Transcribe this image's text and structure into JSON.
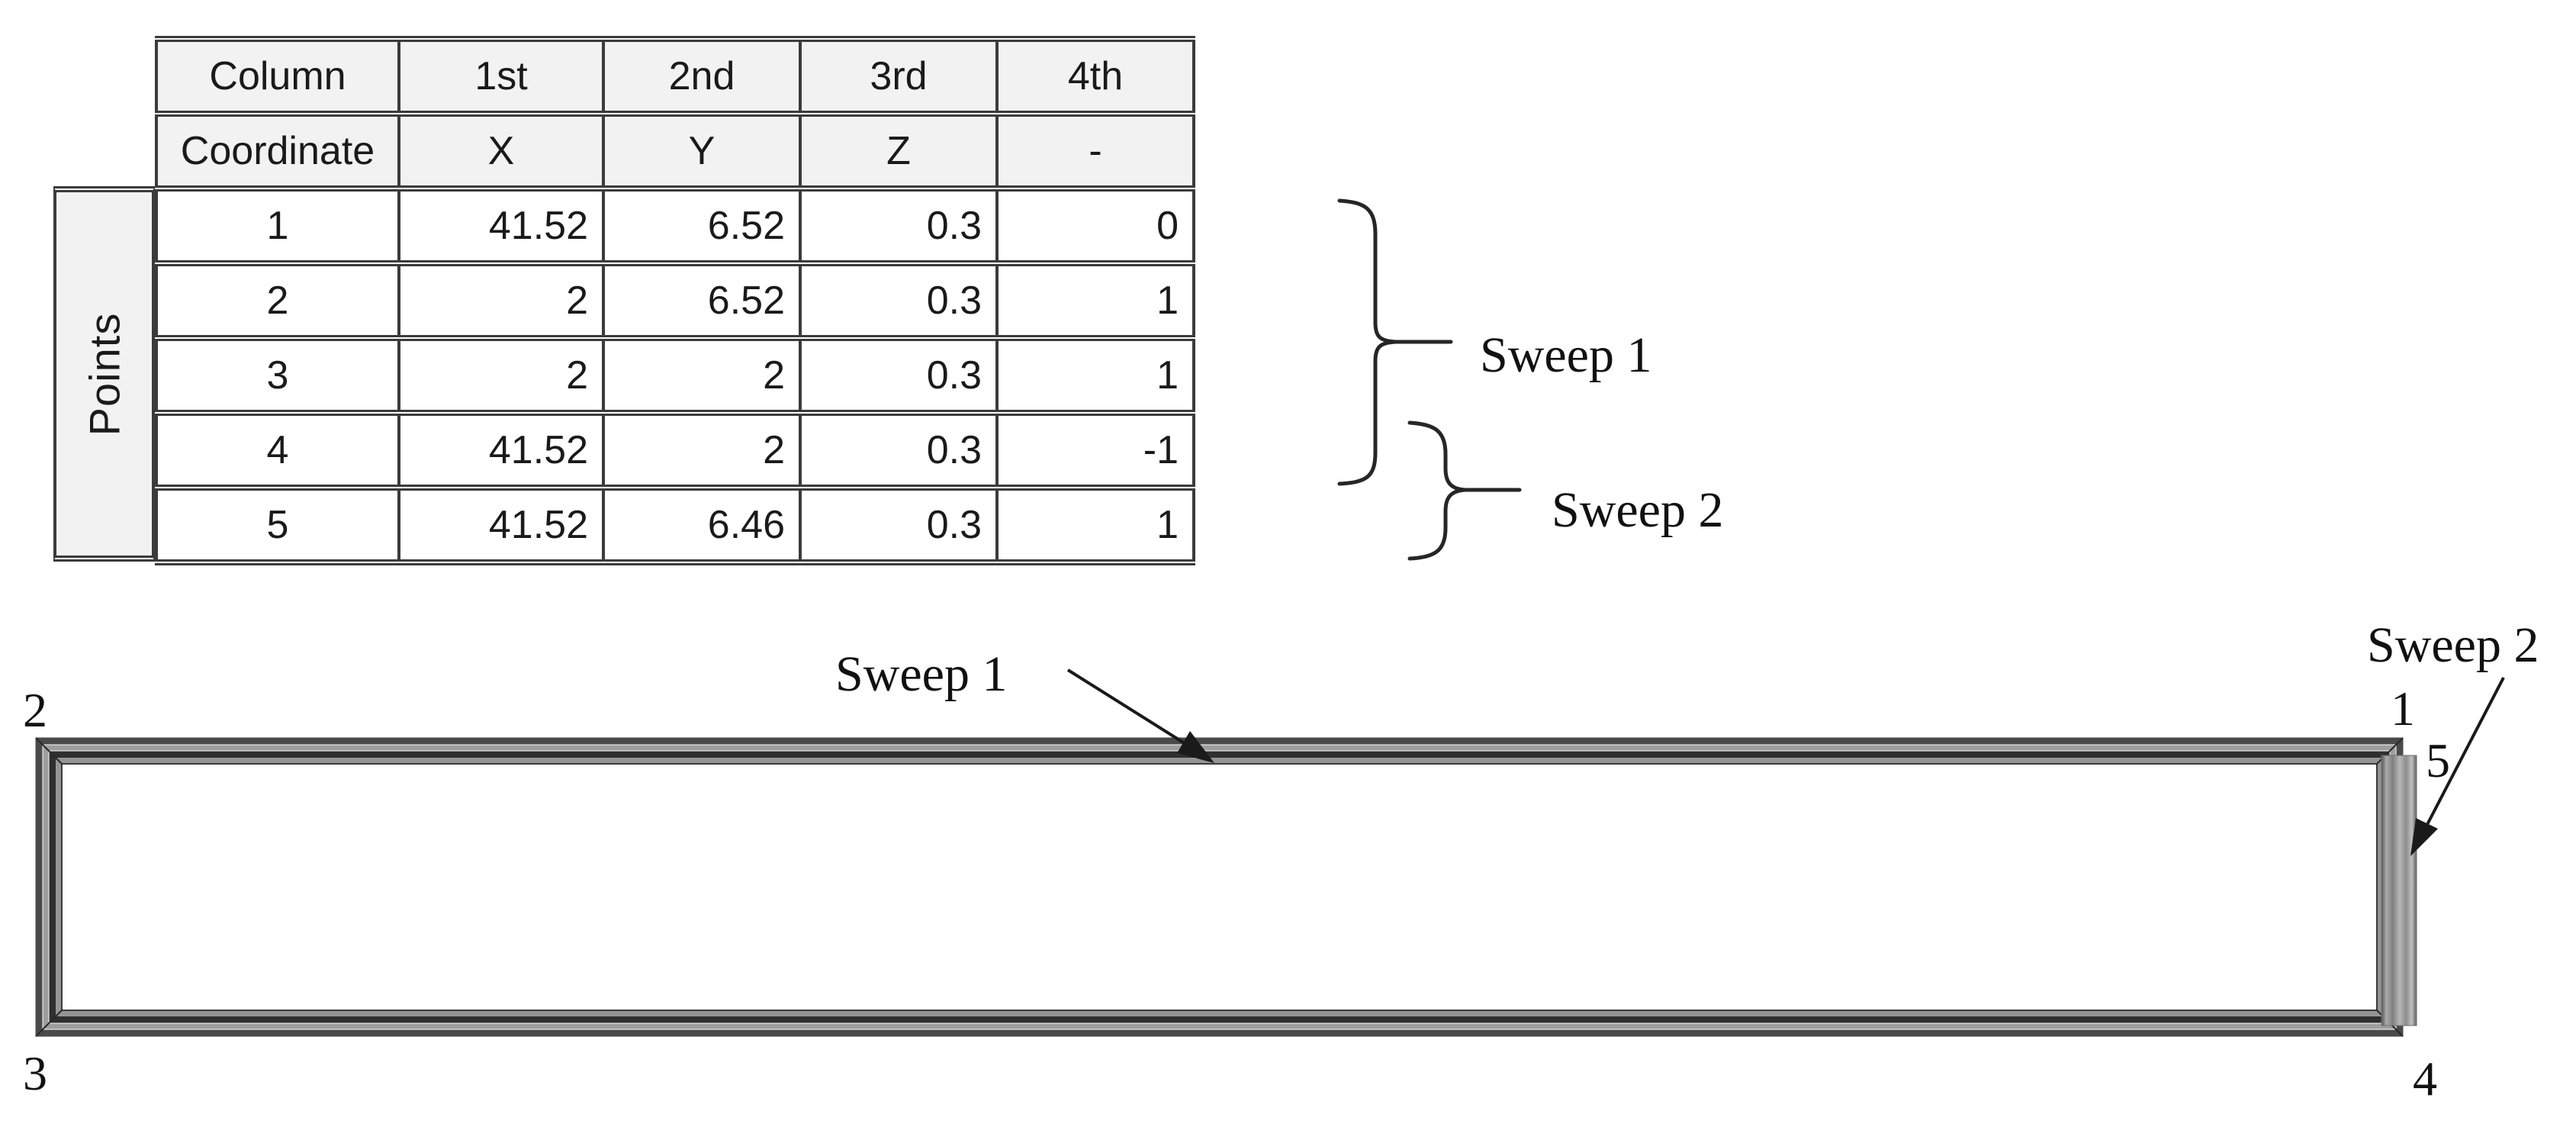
{
  "table": {
    "corner_label": "Points",
    "header_row": [
      "Column",
      "1st",
      "2nd",
      "3rd",
      "4th"
    ],
    "coordinate_row": [
      "Coordinate",
      "X",
      "Y",
      "Z",
      "-"
    ],
    "points": [
      [
        "1",
        "41.52",
        "6.52",
        "0.3",
        "0"
      ],
      [
        "2",
        "2",
        "6.52",
        "0.3",
        "1"
      ],
      [
        "3",
        "2",
        "2",
        "0.3",
        "1"
      ],
      [
        "4",
        "41.52",
        "2",
        "0.3",
        "-1"
      ],
      [
        "5",
        "41.52",
        "6.46",
        "0.3",
        "1"
      ]
    ],
    "sweep1_label": "Sweep 1",
    "sweep2_label": "Sweep 2"
  },
  "figure": {
    "sweep1_label": "Sweep 1",
    "sweep2_label": "Sweep 2",
    "corner_labels": {
      "top_left": "2",
      "bottom_left": "3",
      "top_right": "1",
      "right_mid": "5",
      "bottom_right": "4"
    }
  },
  "colors": {
    "table_border": "#3b3b3b",
    "header_fill": "#f2f2f2",
    "frame_dark": "#2f2f2f",
    "frame_mid": "#4a4a4a",
    "frame_light": "#9e9e9e",
    "bar_light": "#b8b8b8",
    "bar_dark": "#565656",
    "annotation": "#111111"
  }
}
